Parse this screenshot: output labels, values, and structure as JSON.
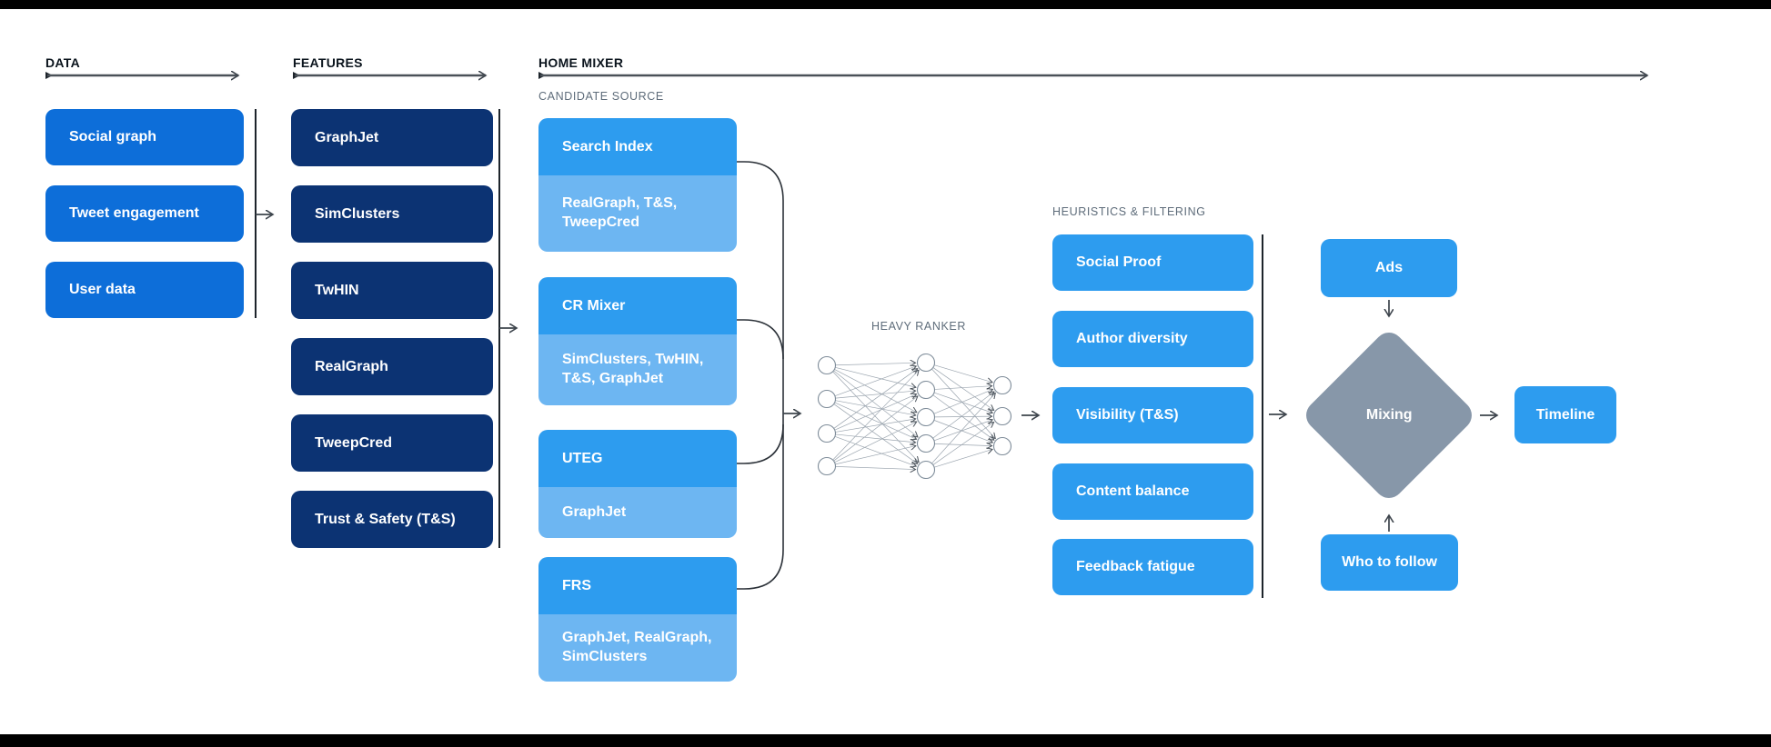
{
  "colors": {
    "bar": "#000000",
    "data-box": "#0D6ED9",
    "features-box": "#0C3373",
    "sky": "#2D9CEF",
    "sky-light": "#6DB6F2",
    "slate": "#8797A9",
    "box-text": "#FFFFFF",
    "header-text": "#0B141D",
    "sublabel-text": "#5E6C7A",
    "line-header": "#4A5158",
    "line-flow": "#3D444C",
    "line-sep": "#1D242B",
    "line-curve": "#2B3138",
    "nn-edge": "#9AA4AE",
    "nn-node": "#7E8C99"
  },
  "data_col": {
    "header": "DATA",
    "boxes": [
      "Social graph",
      "Tweet engagement",
      "User data"
    ]
  },
  "features_col": {
    "header": "FEATURES",
    "boxes": [
      "GraphJet",
      "SimClusters",
      "TwHIN",
      "RealGraph",
      "TweepCred",
      "Trust & Safety (T&S)"
    ]
  },
  "home_mixer": {
    "header": "HOME MIXER",
    "candidate_source_label": "CANDIDATE SOURCE",
    "cards": [
      {
        "title": "Search Index",
        "sources": "RealGraph, T&S, TweepCred"
      },
      {
        "title": "CR Mixer",
        "sources": "SimClusters, TwHIN, T&S, GraphJet"
      },
      {
        "title": "UTEG",
        "sources": "GraphJet"
      },
      {
        "title": "FRS",
        "sources": "GraphJet, RealGraph, SimClusters"
      }
    ],
    "heavy_ranker_label": "HEAVY RANKER",
    "heuristics_label": "HEURISTICS & FILTERING",
    "heuristics_boxes": [
      "Social Proof",
      "Author diversity",
      "Visibility (T&S)",
      "Content balance",
      "Feedback fatigue"
    ],
    "ads": "Ads",
    "mixing": "Mixing",
    "who_to_follow": "Who to follow",
    "timeline": "Timeline"
  }
}
